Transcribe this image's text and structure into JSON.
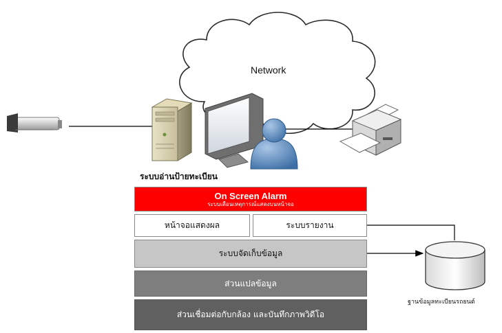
{
  "network": {
    "label": "Network"
  },
  "reader": {
    "label": "ระบบอ่านป้ายทะเบียน"
  },
  "alarm": {
    "title": "On Screen Alarm",
    "subtitle": "ระบบเตือนเหตุการณ์แสดงบนหน้าจอ",
    "color": "#ff0000"
  },
  "layers": {
    "display": "หน้าจอแสดงผล",
    "report": "ระบบรายงาน",
    "storage": "ระบบจัดเก็บข้อมูล",
    "convert": "ส่วนแปลข้อมูล",
    "connect": "ส่วนเชื่อมต่อกับกล้อง และบันทึกภาพวิดีโอ"
  },
  "database": {
    "label": "ฐานข้อมูลทะเบียนรถยนต์"
  },
  "icons": {
    "camera": "camera-icon",
    "server": "server-tower-icon",
    "monitor": "monitor-icon",
    "user": "user-icon",
    "printer": "printer-icon",
    "cloud": "cloud-icon",
    "database": "database-icon"
  }
}
